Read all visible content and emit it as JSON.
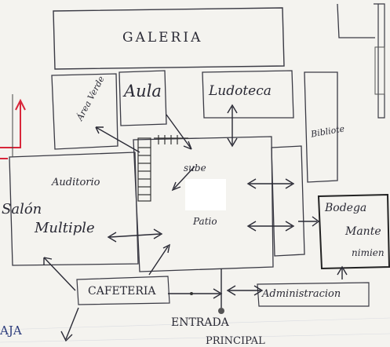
{
  "labels": {
    "galeria": "GALERIA",
    "aula": "Aula",
    "ludoteca": "Ludoteca",
    "area_verde": "Área Verde",
    "biblioteca": "Bibliote",
    "auditorio": "Auditorio",
    "salon_multiple_1": "Salón",
    "salon_multiple_2": "Multiple",
    "sube": "sube",
    "patio": "Patio",
    "bodega_1": "Bodega",
    "bodega_2": "Mante",
    "bodega_3": "nimien",
    "cafeteria": "CAFETERIA",
    "administracion": "Administracion",
    "entrada_1": "ENTRADA",
    "entrada_2": "PRINCIPAL",
    "baja": "AJA"
  },
  "colors": {
    "ink": "#2a2a35",
    "accent": "#d8263a",
    "paper": "#f4f3ef"
  }
}
